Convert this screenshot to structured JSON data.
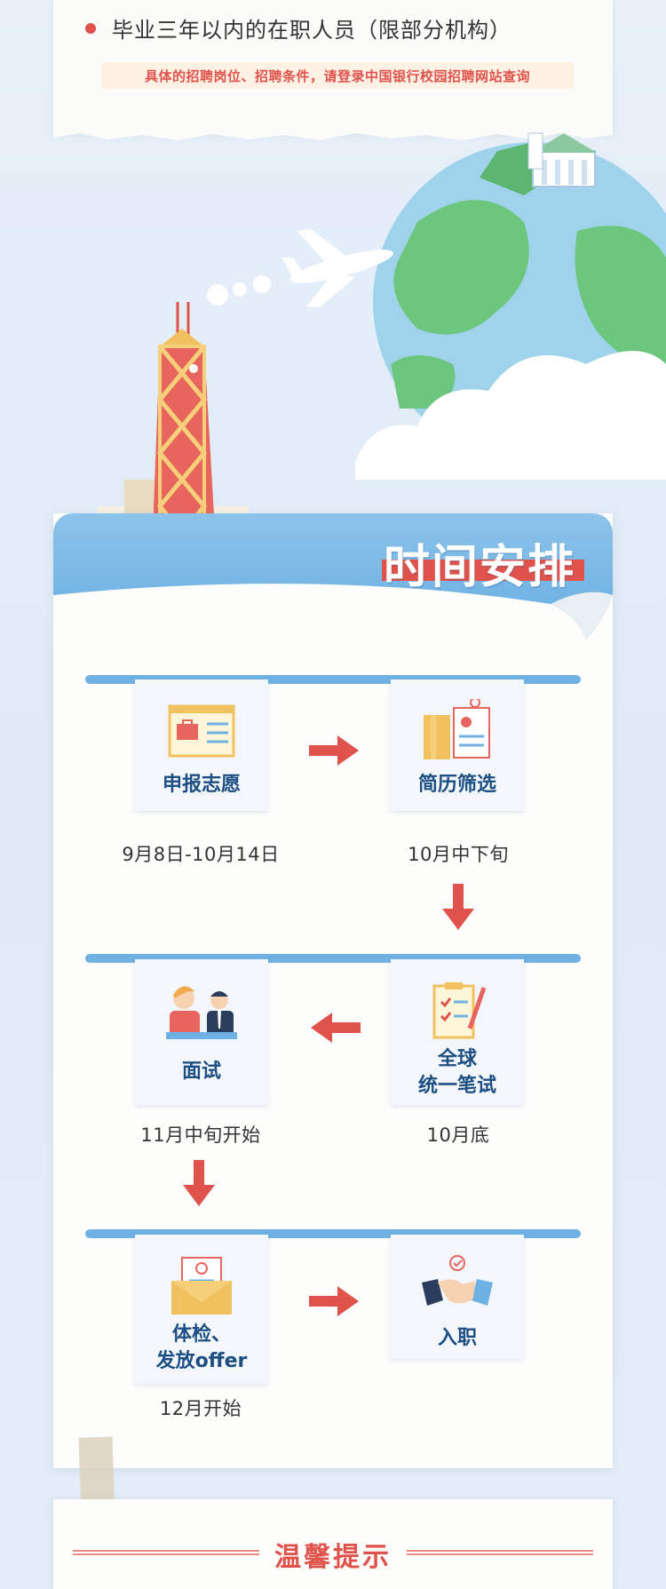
{
  "top": {
    "bullet": "毕业三年以内的在职人员（限部分机构）",
    "note": "具体的招聘岗位、招聘条件，请登录中国银行校园招聘网站查询"
  },
  "banner": {
    "title": "时间安排"
  },
  "steps": [
    {
      "label": "申报志愿",
      "date": "9月8日-10月14日",
      "icon": "briefcase-form-icon"
    },
    {
      "label": "简历筛选",
      "date": "10月中下旬",
      "icon": "resume-icon"
    },
    {
      "label_line1": "全球",
      "label_line2": "统一笔试",
      "date": "10月底",
      "icon": "written-test-icon"
    },
    {
      "label": "面试",
      "date": "11月中旬开始",
      "icon": "interview-icon"
    },
    {
      "label_line1": "体检、",
      "label_line2": "发放offer",
      "date": "12月开始",
      "icon": "envelope-offer-icon"
    },
    {
      "label": "入职",
      "date": "",
      "icon": "handshake-icon"
    }
  ],
  "tips": {
    "title": "温馨提示"
  },
  "colors": {
    "accent": "#e0534d",
    "blue": "#6eb1e2",
    "navy": "#1d4f84"
  }
}
